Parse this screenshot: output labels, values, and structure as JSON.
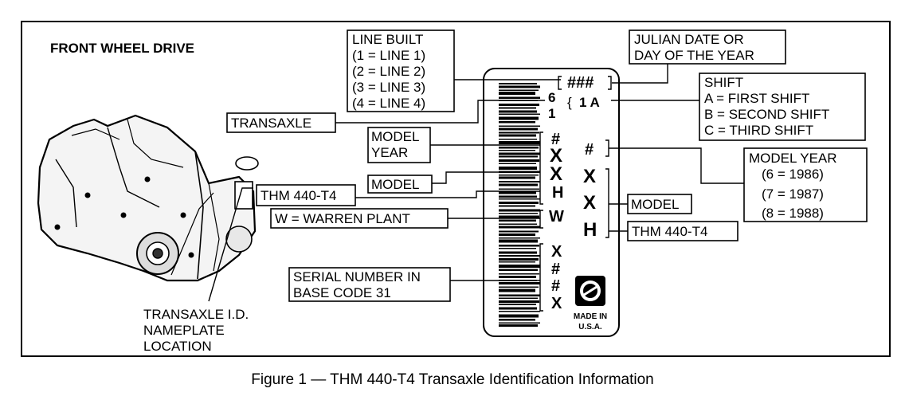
{
  "header": {
    "front_wheel_drive": "FRONT WHEEL DRIVE"
  },
  "line_built": {
    "title": "LINE BUILT",
    "items": [
      "(1  =  LINE 1)",
      "(2  =  LINE 2)",
      "(3  =  LINE 3)",
      "(4  =  LINE 4)"
    ]
  },
  "julian": {
    "line1": "JULIAN DATE OR",
    "line2": "DAY OF THE YEAR"
  },
  "shift": {
    "title": "SHIFT",
    "items": [
      "A  =  FIRST SHIFT",
      "B  =  SECOND SHIFT",
      "C  =  THIRD SHIFT"
    ]
  },
  "transaxle_label": "TRANSAXLE",
  "model_year_left": {
    "line1": "MODEL",
    "line2": "YEAR"
  },
  "model_left": "MODEL",
  "thm_left": "THM 440-T4",
  "warren": "W  =  WARREN PLANT",
  "serial": {
    "line1": "SERIAL NUMBER IN",
    "line2": "BASE CODE 31"
  },
  "location": {
    "line1": "TRANSAXLE I.D.",
    "line2": "NAMEPLATE",
    "line3": "LOCATION"
  },
  "model_year_right": {
    "title": "MODEL YEAR",
    "items": [
      "(6  =  1986)",
      "(7  =  1987)",
      "(8  =  1988)"
    ]
  },
  "model_right": "MODEL",
  "thm_right": "THM 440-T4",
  "plate": {
    "date_code": "###",
    "digit_top": "6",
    "digit_bottom": "1",
    "shift_code": "1  A",
    "left_codes": [
      "#",
      "X",
      "X",
      "H",
      "W",
      "X",
      "#",
      "#",
      "X"
    ],
    "year_code": "#",
    "big_codes": [
      "X",
      "X",
      "H"
    ],
    "made_in": "MADE IN",
    "usa": "U.S.A."
  },
  "caption": "Figure 1  —  THM 440-T4 Transaxle Identification Information"
}
